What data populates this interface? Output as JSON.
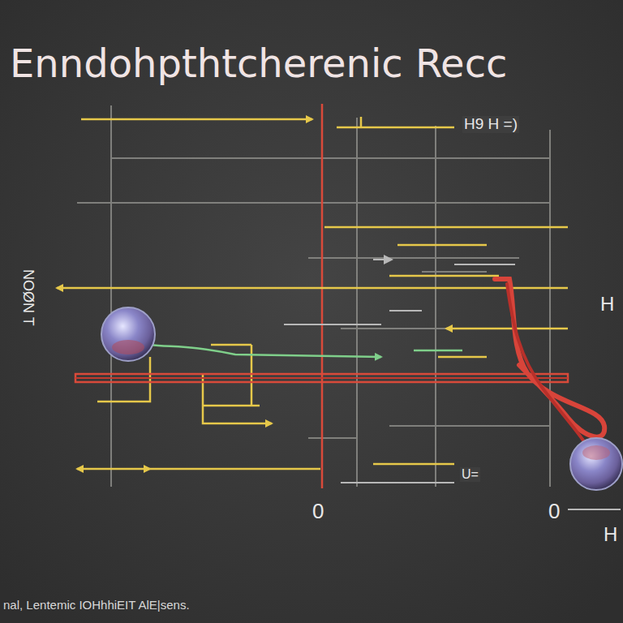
{
  "diagram": {
    "title": "Enndohpthtcherenic Recc",
    "caption": "nal, Lentemic IOHhhiEIT AlE|sens.",
    "labels": [
      "H9 H =)",
      "NOØN T",
      "H",
      "U=",
      "0",
      "0",
      "H"
    ]
  }
}
